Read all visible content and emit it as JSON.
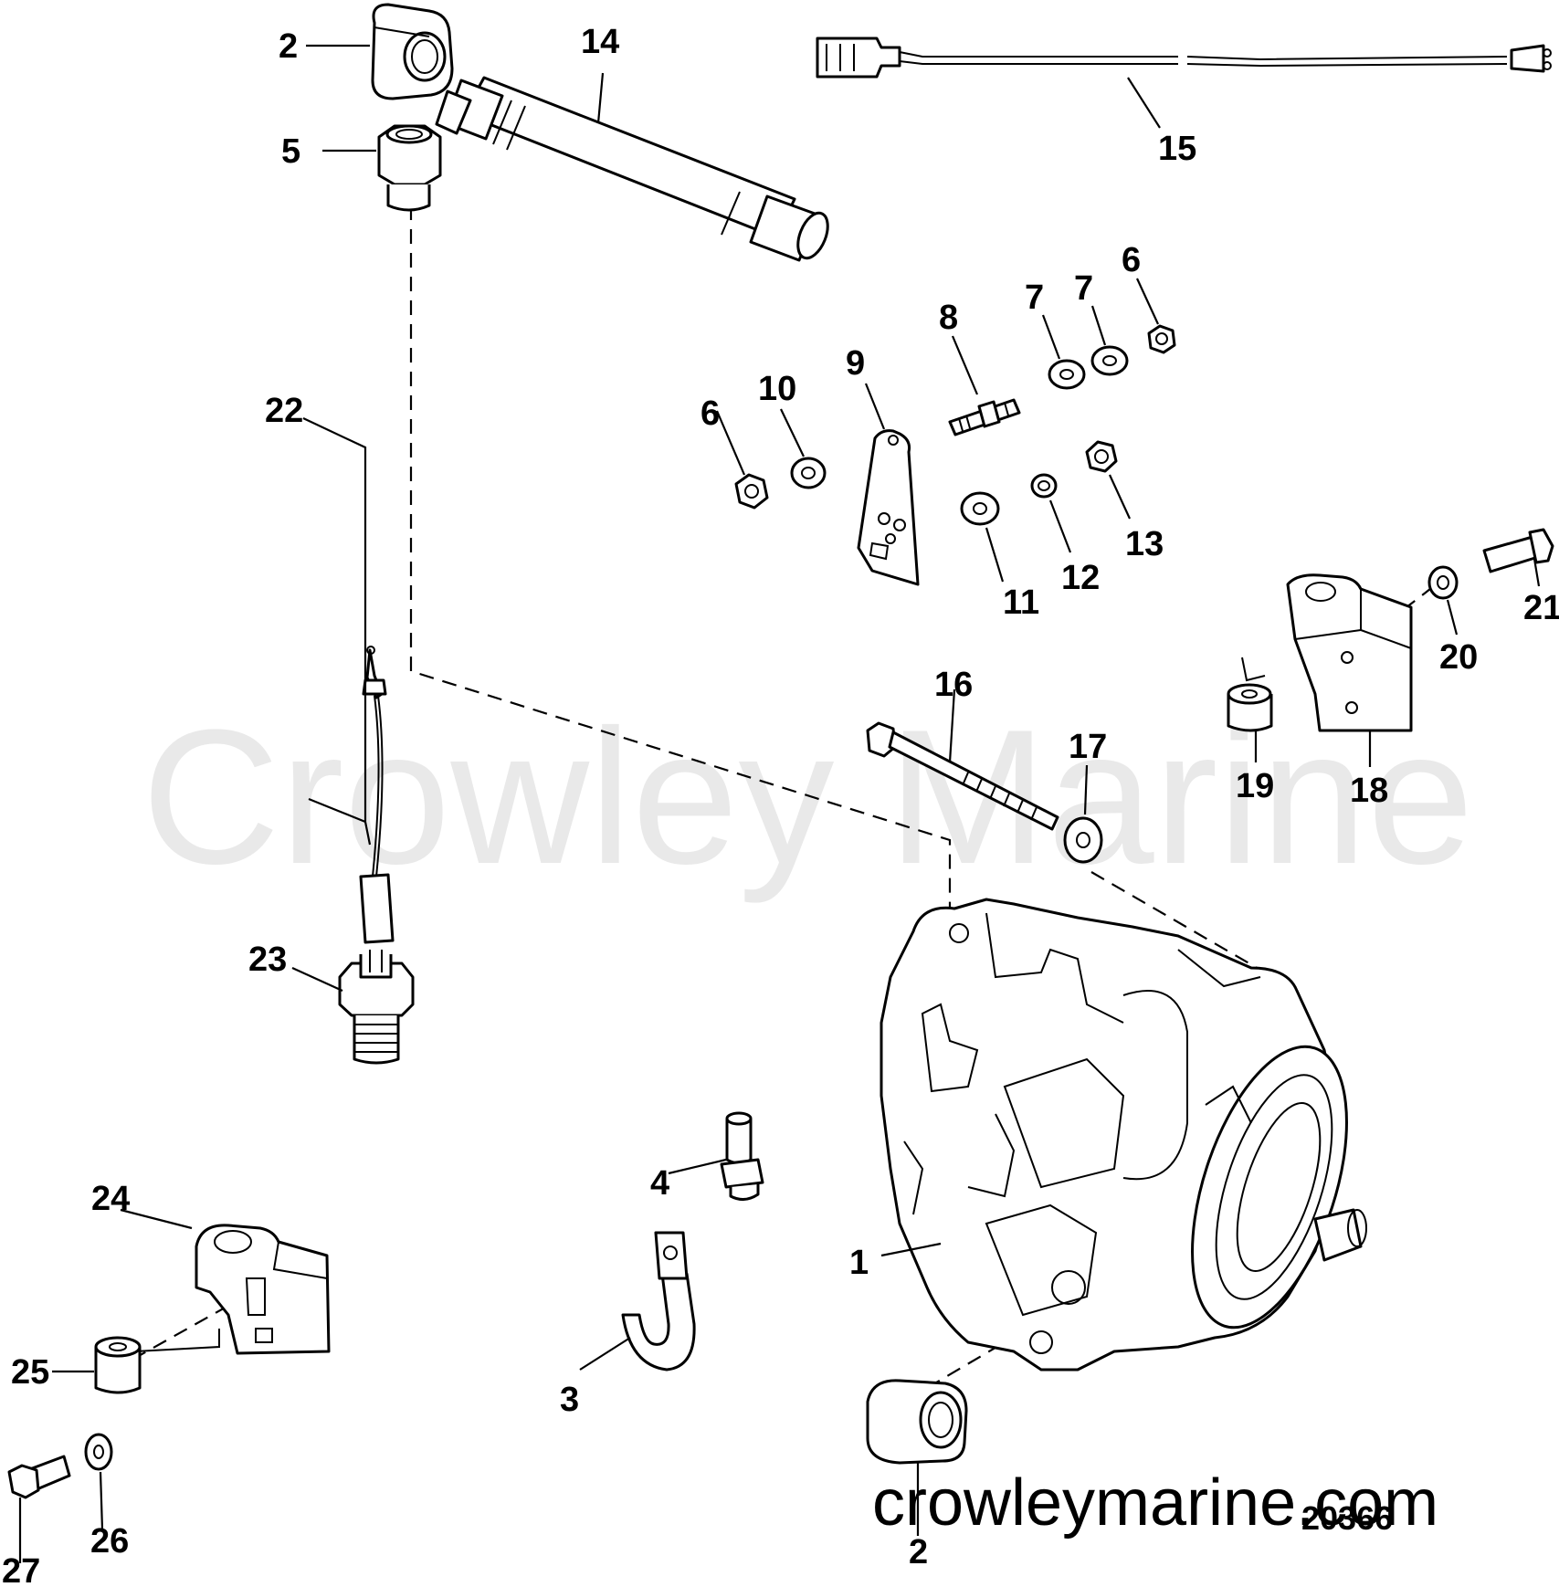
{
  "watermark": "Crowley Marine",
  "website": "crowleymarine.com",
  "figure_number": "20366",
  "callouts": [
    "1",
    "2",
    "2",
    "3",
    "4",
    "5",
    "6",
    "6",
    "7",
    "7",
    "8",
    "9",
    "10",
    "11",
    "12",
    "13",
    "14",
    "15",
    "16",
    "17",
    "18",
    "19",
    "20",
    "21",
    "22",
    "23",
    "24",
    "25",
    "26",
    "27"
  ]
}
